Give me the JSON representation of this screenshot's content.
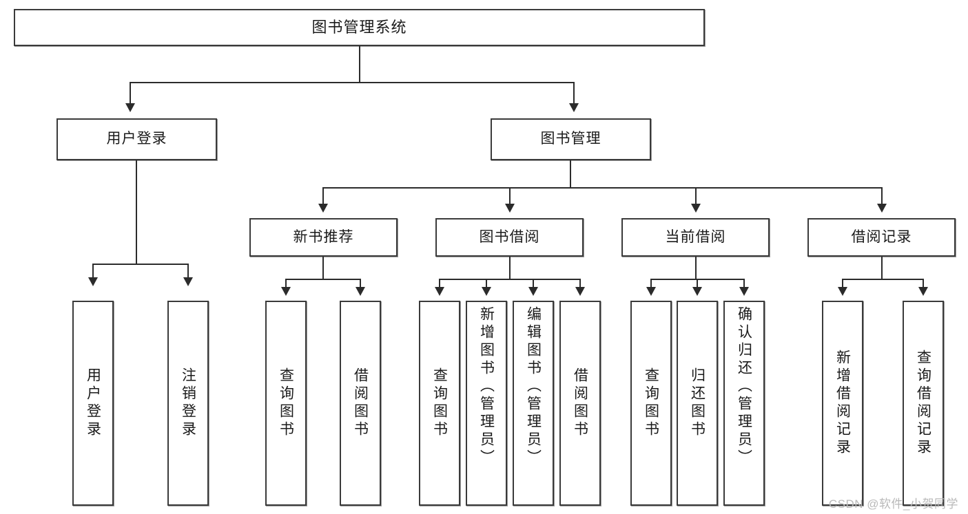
{
  "diagram": {
    "title": "图书管理系统",
    "type": "tree-hierarchy-diagram",
    "root": {
      "label": "图书管理系统"
    },
    "level2": [
      {
        "label": "用户登录"
      },
      {
        "label": "图书管理"
      }
    ],
    "level3": [
      {
        "label": "新书推荐"
      },
      {
        "label": "图书借阅"
      },
      {
        "label": "当前借阅"
      },
      {
        "label": "借阅记录"
      }
    ],
    "leaves": {
      "user_login": [
        {
          "label": "用户登录"
        },
        {
          "label": "注销登录"
        }
      ],
      "new_book_recommend": [
        {
          "label": "查询图书"
        },
        {
          "label": "借阅图书"
        }
      ],
      "book_borrow": [
        {
          "label": "查询图书"
        },
        {
          "label": "新增图书（管理员）"
        },
        {
          "label": "编辑图书（管理员）"
        },
        {
          "label": "借阅图书"
        }
      ],
      "current_borrow": [
        {
          "label": "查询图书"
        },
        {
          "label": "归还图书"
        },
        {
          "label": "确认归还（管理员）"
        }
      ],
      "borrow_record": [
        {
          "label": "新增借阅记录"
        },
        {
          "label": "查询借阅记录"
        }
      ]
    }
  },
  "watermark": {
    "text": "CSDN @软件_小贺同学"
  },
  "colors": {
    "box_border": "#3a3a3a",
    "connector": "#2b2b2b",
    "background": "#ffffff",
    "text": "#1a1a1a",
    "watermark": "#b9b9b9"
  }
}
